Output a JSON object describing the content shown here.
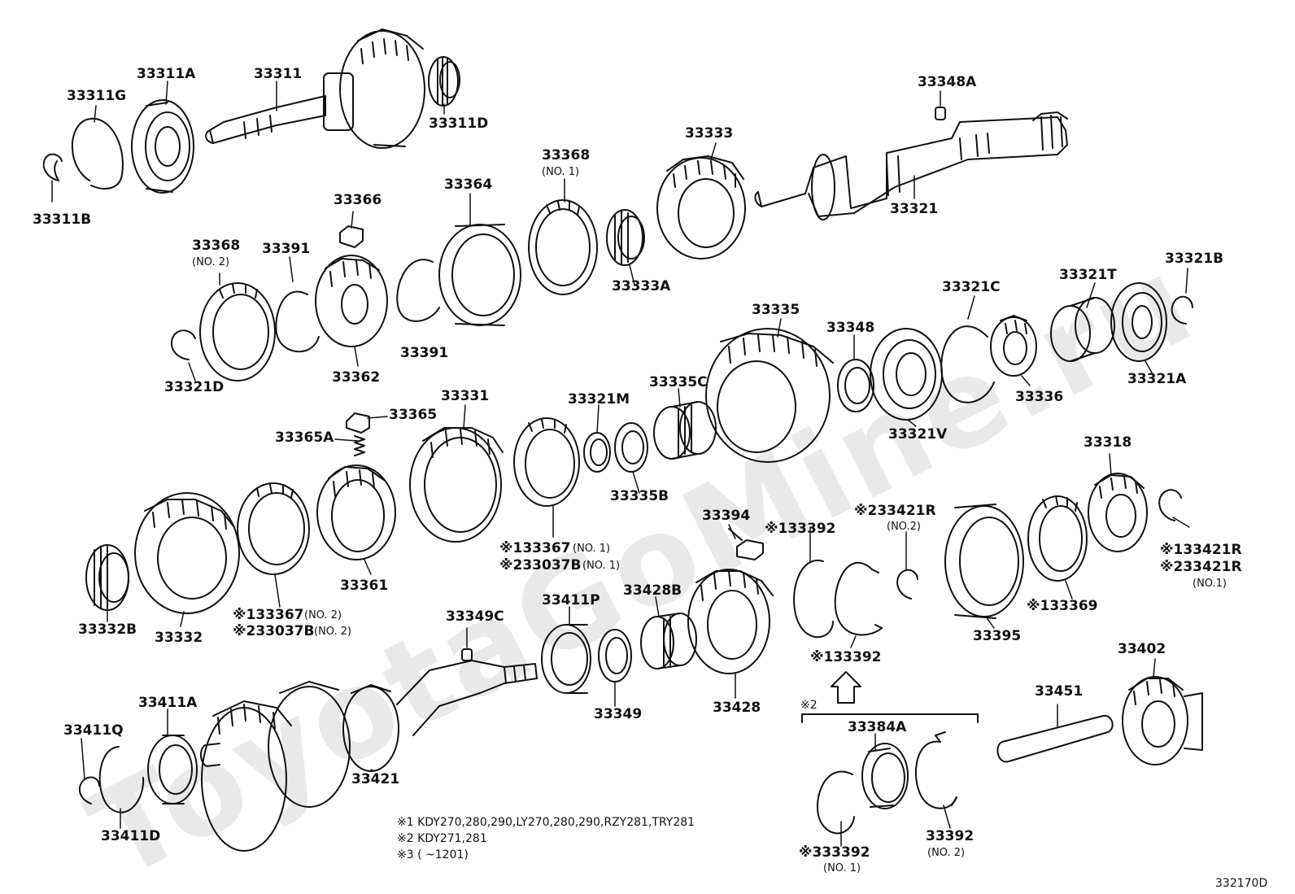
{
  "watermark": "ToyotaGoMine.ru",
  "diagram_code": "332170D",
  "notes": [
    "※1 KDY270,280,290,LY270,280,290,RZY281,TRY281",
    "※2 KDY271,281",
    "※3 (        ~1201)"
  ],
  "group2_label": "※2",
  "labels": {
    "l33311G": "33311G",
    "l33311A": "33311A",
    "l33311": "33311",
    "l33311D": "33311D",
    "l33311B": "33311B",
    "l33348A": "33348A",
    "l33368n1": "33368",
    "s33368n1": "(NO. 1)",
    "l33333": "33333",
    "l33364": "33364",
    "l33366": "33366",
    "l33368n2": "33368",
    "s33368n2": "(NO. 2)",
    "l33391a": "33391",
    "l33391b": "33391",
    "l33321": "33321",
    "l33333A": "33333A",
    "l33362": "33362",
    "l33321D": "33321D",
    "l33321B": "33321B",
    "l33321T": "33321T",
    "l33321C": "33321C",
    "l33335": "33335",
    "l33348": "33348",
    "l33336": "33336",
    "l33321A": "33321A",
    "l33321V": "33321V",
    "l33331": "33331",
    "l33321M": "33321M",
    "l33335C": "33335C",
    "l33365": "33365",
    "l33365A": "33365A",
    "l33335B": "33335B",
    "l33318": "33318",
    "l33394": "33394",
    "l33392a": "※133392",
    "l33421R2": "※233421R",
    "s33421R2": "(NO.2)",
    "l33367n1a": "※133367",
    "s33367n1a": "(NO. 1)",
    "l33037n1": "※233037B",
    "s33037n1": "(NO. 1)",
    "l33421R1a": "※133421R",
    "l33421R1b": "※233421R",
    "s33421R1": "(NO.1)",
    "l33369": "※133369",
    "l33361": "33361",
    "l33367n2": "※133367",
    "s33367n2": "(NO. 2)",
    "l33037n2": "※233037B",
    "s33037n2": "(NO. 2)",
    "l33332B": "33332B",
    "l33332": "33332",
    "l33349C": "33349C",
    "l33411P": "33411P",
    "l33428B": "33428B",
    "l33395": "33395",
    "l33402": "33402",
    "l33392b": "※133392",
    "l33349": "33349",
    "l33428": "33428",
    "l33451": "33451",
    "l33411A": "33411A",
    "l33411Q": "33411Q",
    "l33421": "33421",
    "l33411D": "33411D",
    "l33384A": "33384A",
    "l33392c": "※333392",
    "s33392c": "(NO. 1)",
    "l33392d": "33392",
    "s33392d": "(NO. 2)"
  }
}
